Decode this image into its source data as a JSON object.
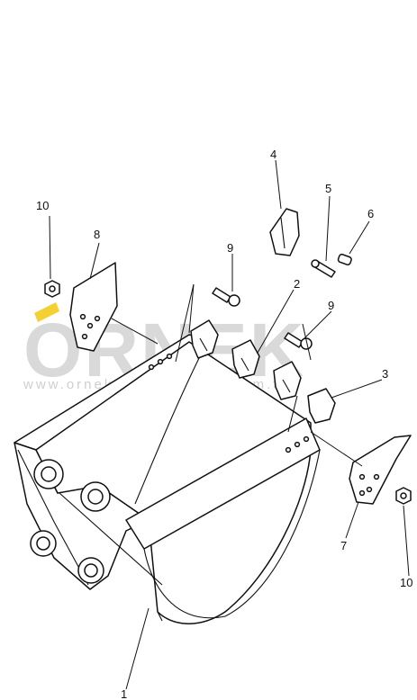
{
  "watermark": {
    "brand": "ORNEK",
    "url": "www.orneksmakinaparts.com.tr",
    "accent_color": "#f3c400"
  },
  "callouts": {
    "c1": "1",
    "c2": "2",
    "c3": "3",
    "c4": "4",
    "c5": "5",
    "c6": "6",
    "c7": "7",
    "c8": "8",
    "c9a": "9",
    "c9b": "9",
    "c10a": "10",
    "c10b": "10"
  }
}
